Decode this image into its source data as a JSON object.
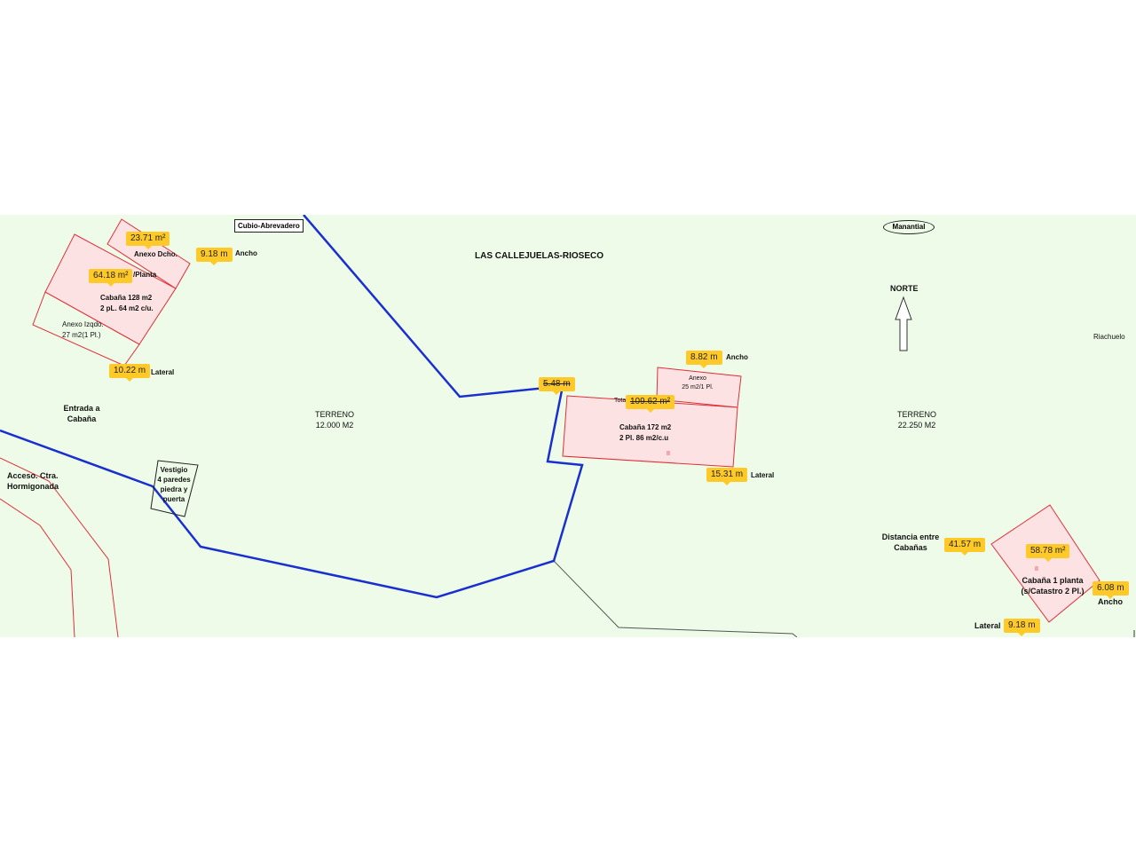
{
  "title": "LAS CALLEJUELAS-RIOSECO",
  "north_label": "NORTE",
  "landmarks": {
    "cubio": "Cubio-Abrevadero",
    "manantial": "Manantial",
    "riachuelo": "Riachuelo",
    "entrada": "Entrada a\nCabaña",
    "acceso": "Acceso. Ctra.\nHormigonada",
    "vestigio": "Vestigio\n4 paredes\npiedra y\npuerta"
  },
  "terrenos": [
    {
      "label": "TERRENO\n12.000 M2"
    },
    {
      "label": "TERRENO\n22.250 M2"
    }
  ],
  "buildings": {
    "anexo_dcho": "Anexo Dcho.",
    "cabana_128": "Cabaña 128 m2\n2 pL. 64 m2 c/u.",
    "anexo_izqdo": "Anexo Izqdo.\n27 m2(1 Pl.)",
    "anexo_25": "Anexo\n25 m2/1 Pl.",
    "cabana_172": "Cabaña 172 m2\n2 Pl. 86 m2/c.u",
    "cabana_1planta": "Cabaña 1 planta\n(s/Catastro 2 Pl.)",
    "mark_172": "II",
    "mark_1planta": "II"
  },
  "measurements": {
    "m1": "23.71 m²",
    "m2": "9.18 m",
    "m3": "64.18 m²",
    "m4": "10.22 m",
    "m5": "8.82 m",
    "m6": "5.48 m",
    "m7": "109.62 m²",
    "m8": "15.31 m",
    "m9": "41.57 m",
    "m10": "58.78 m²",
    "m11": "6.08 m",
    "m12": "9.18 m"
  },
  "measure_labels": {
    "ancho1": "Ancho",
    "planta": "/Planta",
    "lateral1": "Lateral",
    "ancho2": "Ancho",
    "total": "Total",
    "lateral2": "Lateral",
    "distancia": "Distancia entre\nCabañas",
    "ancho3": "Ancho",
    "lateral3": "Lateral"
  },
  "colors": {
    "background": "#eefbe8",
    "boundary": "#1a2fcf",
    "building_outline": "#e0303a",
    "building_fill": "#fde2e4",
    "measure_tag": "#ffc928"
  }
}
